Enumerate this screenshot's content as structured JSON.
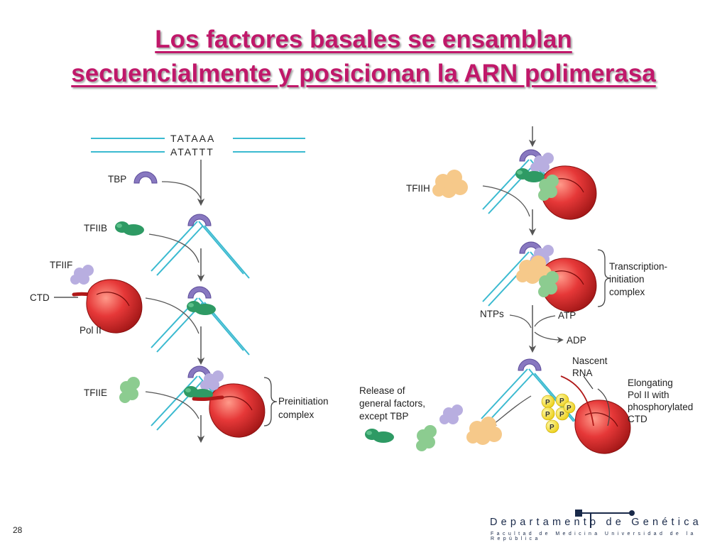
{
  "title": {
    "line1": "Los factores basales se ensamblan",
    "line2": "secuencialmente y posicionan la ARN polimerasa"
  },
  "diagram": {
    "dna_top_strand": "TATAAA",
    "dna_bottom_strand": "ATATTT",
    "left_labels": {
      "tbp": "TBP",
      "tfiib": "TFIIB",
      "tfiif": "TFIIF",
      "ctd": "CTD",
      "pol2": "Pol II",
      "tfiie": "TFIIE",
      "preinit_line1": "Preinitiation",
      "preinit_line2": "complex"
    },
    "right_labels": {
      "tfiih": "TFIIH",
      "tic_line1": "Transcription-",
      "tic_line2": "initiation",
      "tic_line3": "complex",
      "ntps": "NTPs",
      "atp": "ATP",
      "adp": "ADP",
      "nascent_line1": "Nascent",
      "nascent_line2": "RNA",
      "elong_line1": "Elongating",
      "elong_line2": "Pol II with",
      "elong_line3": "phosphorylated",
      "elong_line4": "CTD",
      "release_line1": "Release of",
      "release_line2": "general factors,",
      "release_line3": "except TBP",
      "phospho": "P"
    },
    "colors": {
      "dna": "#3bbad0",
      "tbp": "#8878c0",
      "tfiib": "#2e9a64",
      "tfiif": "#b8aee0",
      "pol2": "#e63838",
      "tfiie": "#8ccc90",
      "tfiih": "#f6c98a",
      "phosphate": "#f3e21a"
    }
  },
  "footer": {
    "page_number": "28",
    "dept_name": "Departamento de Genética",
    "dept_sub": "Facultad de Medicina   Universidad de la República"
  }
}
